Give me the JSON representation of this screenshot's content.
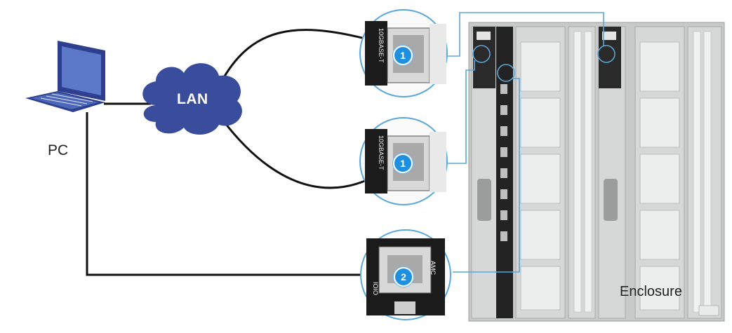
{
  "labels": {
    "pc": "PC",
    "lan": "LAN",
    "enclosure": "Enclosure"
  },
  "callouts": [
    {
      "number": "1",
      "port_text": "10GBASE-T"
    },
    {
      "number": "1",
      "port_text": "10GBASE-T"
    },
    {
      "number": "2",
      "port_text": "AMC",
      "sub_text": "IOIO"
    }
  ],
  "colors": {
    "laptop": "#2e3f8f",
    "laptop_screen": "#5b78c9",
    "cloud": "#3a4d9c",
    "badge": "#1f8fe0",
    "callout_line": "#5aa7d8",
    "cable": "#111111",
    "enclosure": "#c9cbcb"
  },
  "icons": [
    "laptop-icon",
    "cloud-icon"
  ]
}
